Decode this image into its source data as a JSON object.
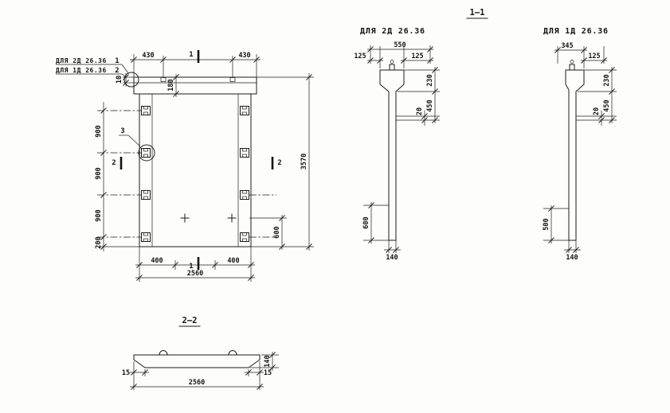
{
  "colors": {
    "ink": "#1c1c1c",
    "paper": "#fdfdfb"
  },
  "titles": {
    "s11": "1—1"
  },
  "plan": {
    "callout1_text": "ДЛЯ 2Д 26.36",
    "callout1_num": "1",
    "callout2_text": "ДЛЯ 1Д 26.36",
    "callout2_num": "2",
    "detail3": "3",
    "cut1_top": "1",
    "cut1_bottom": "1",
    "cut2_left": "2",
    "cut2_right": "2",
    "dim_430_l": "430",
    "dim_430_r": "430",
    "dim_180": "180",
    "dim_10": "10",
    "dim_900_1": "900",
    "dim_900_2": "900",
    "dim_900_3": "900",
    "dim_200": "200",
    "dim_3570": "3570",
    "dim_600": "600",
    "dim_400_l": "400",
    "dim_400_r": "400",
    "dim_2560": "2560"
  },
  "sec2d": {
    "title": "ДЛЯ 2Д 26.36",
    "dim_550": "550",
    "dim_125_l": "125",
    "dim_125_r": "125",
    "dim_230": "230",
    "dim_450": "450",
    "dim_20": "20",
    "dim_600": "600",
    "dim_140": "140"
  },
  "sec1d": {
    "title": "ДЛЯ 1Д 26.36",
    "dim_345": "345",
    "dim_125": "125",
    "dim_230": "230",
    "dim_450": "450",
    "dim_20": "20",
    "dim_500": "500",
    "dim_140": "140"
  },
  "sec22": {
    "title": "2—2",
    "dim_140": "140",
    "dim_15_l": "15",
    "dim_15_r": "15",
    "dim_2560": "2560"
  }
}
